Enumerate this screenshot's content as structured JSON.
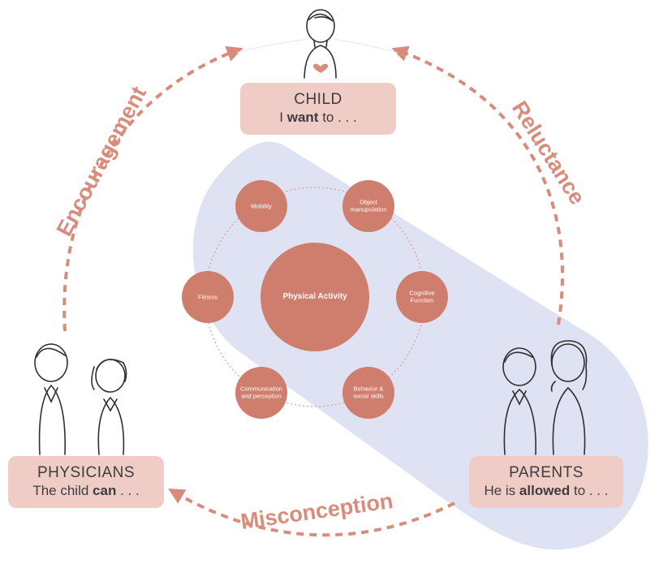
{
  "stakeholders": {
    "child": {
      "role": "CHILD",
      "statement_pre": "I ",
      "statement_bold": "want",
      "statement_post": " to . . ."
    },
    "physicians": {
      "role": "PHYSICIANS",
      "statement_pre": "The child ",
      "statement_bold": "can",
      "statement_post": " . . ."
    },
    "parents": {
      "role": "PARENTS",
      "statement_pre": "He is ",
      "statement_bold": "allowed",
      "statement_post": " to . . ."
    }
  },
  "flows": {
    "encouragement": "Encouragement",
    "reluctance": "Reluctance",
    "misconception": "Misconception"
  },
  "center": {
    "label": "Physical Activity"
  },
  "domains": [
    {
      "label": "Mobility"
    },
    {
      "label": "Object manupulation"
    },
    {
      "label": "Cognitive Function"
    },
    {
      "label": "Behavior & social skills"
    },
    {
      "label": "Communication and perception"
    },
    {
      "label": "Fitness"
    }
  ],
  "colors": {
    "accent": "#d98c7c",
    "node_fill": "#cf7e6e",
    "box_fill": "#efcdc6",
    "parents_zone": "#dfe2f3",
    "figure_stroke": "#2f2f2f"
  },
  "icons": [
    "heart-icon"
  ]
}
